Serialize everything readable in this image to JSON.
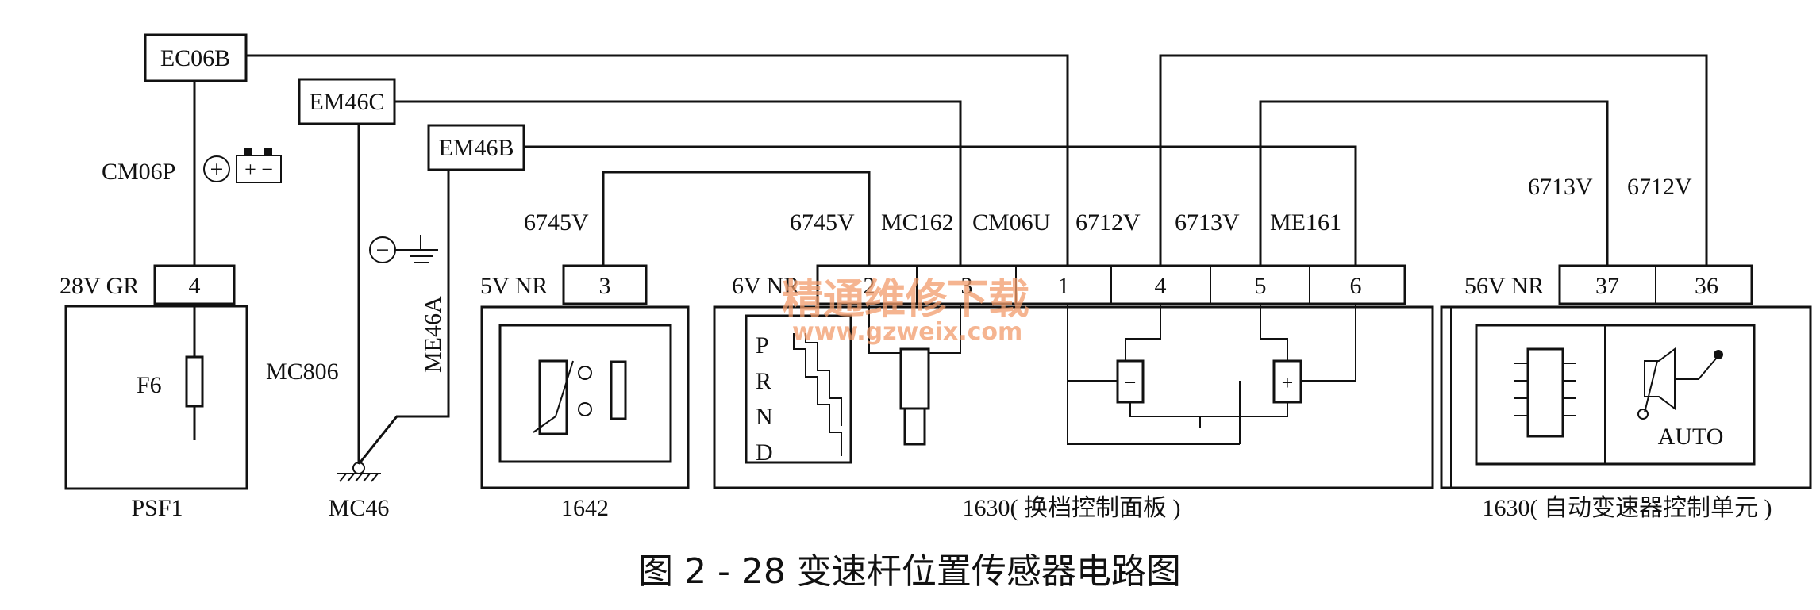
{
  "connectors": {
    "ec06b": "EC06B",
    "em46c": "EM46C",
    "em46b": "EM46B"
  },
  "wires": {
    "cm06p": "CM06P",
    "mc806": "MC806",
    "me46a": "ME46A",
    "w6745v_a": "6745V",
    "w6745v_b": "6745V",
    "mc162": "MC162",
    "cm06u": "CM06U",
    "w6712v_a": "6712V",
    "w6713v_a": "6713V",
    "me161": "ME161",
    "w6713v_b": "6713V",
    "w6712v_b": "6712V"
  },
  "plugs": {
    "psf1_plug": "28V GR",
    "p1642_plug": "5V NR",
    "panel_plug": "6V NR",
    "ecu_plug": "56V NR"
  },
  "pins": {
    "psf1": [
      "4"
    ],
    "p1642": [
      "3"
    ],
    "panel": [
      "2",
      "3",
      "1",
      "4",
      "5",
      "6"
    ],
    "ecu": [
      "37",
      "36"
    ]
  },
  "components": {
    "fuse": "F6",
    "psf1": "PSF1",
    "mc46": "MC46",
    "c1642": "1642",
    "panel": "1630( 换档控制面板 )",
    "ecu": "1630( 自动变速器控制单元 )",
    "auto": "AUTO"
  },
  "gear_letters": [
    "P",
    "R",
    "N",
    "D"
  ],
  "symbols": {
    "plus": "+",
    "minus": "−",
    "battery": "+ −"
  },
  "watermark": {
    "line1": "精通维修下载",
    "line2": "www.gzweix.com"
  },
  "caption": "图 2 - 28    变速杆位置传感器电路图"
}
